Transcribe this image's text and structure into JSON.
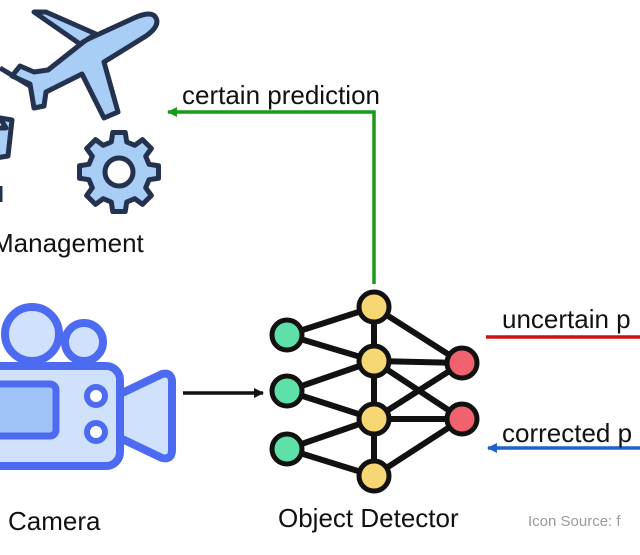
{
  "labels": {
    "management": "Management",
    "camera": "Camera",
    "object_detector": "Object Detector",
    "certain_prediction": "certain prediction",
    "uncertain_prediction": "uncertain p",
    "corrected_prediction": "corrected p",
    "icon_source": "Icon Source: f"
  },
  "colors": {
    "certain_arrow": "#1a9a1a",
    "uncertain_arrow": "#cc1111",
    "corrected_arrow": "#1f63c6",
    "camera_blue": "#4d6bf0",
    "camera_light": "#cfe1fb",
    "icon_outline": "#24324f",
    "icon_fill": "#a9cef5",
    "node_green": "#5ee0a9",
    "node_yellow": "#f7d774",
    "node_red": "#f0626e"
  },
  "icons": [
    "airplane-icon",
    "gear-icon",
    "camera-icon",
    "neural-network-icon"
  ]
}
